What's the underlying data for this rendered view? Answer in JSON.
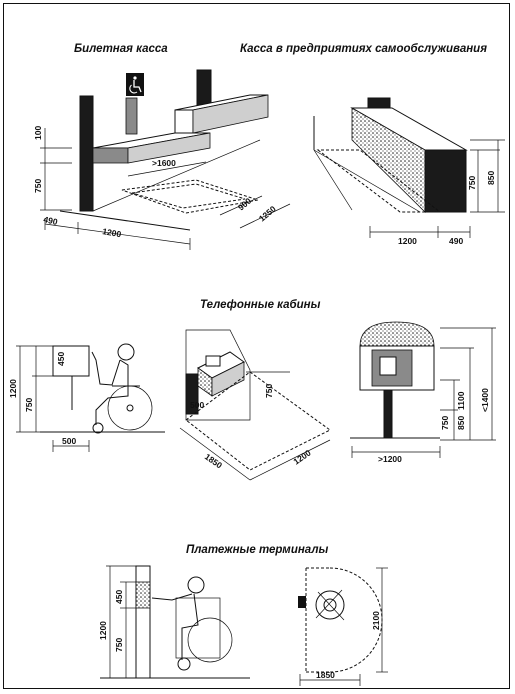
{
  "sections": {
    "ticket_office": {
      "title": "Билетная касса",
      "dims": {
        "d100": "100",
        "d750": "750",
        "d1600": ">1600",
        "d900": "900",
        "d1250": "1250",
        "d490": "490",
        "d1200": "1200"
      }
    },
    "self_service": {
      "title": "Касса в предприятиях самообслуживания",
      "dims": {
        "d750": "750",
        "d850": "850",
        "d1200": "1200",
        "d490": "490"
      }
    },
    "phone_booths": {
      "title": "Телефонные кабины",
      "dims": {
        "a1200": "1200",
        "a450": "450",
        "a750": "750",
        "a500": "500",
        "b500": "500",
        "b750": "750",
        "b1850": "1850",
        "b1200": "1200",
        "c1100": "1100",
        "c1400": "<1400",
        "c850": "850",
        "c750": "750",
        "c1200": ">1200"
      }
    },
    "payment_terminals": {
      "title": "Платежные терминалы",
      "dims": {
        "a450": "450",
        "a1200": "1200",
        "a750": "750",
        "b2100": "2100",
        "b1850": "1850"
      }
    }
  },
  "icons": {
    "wheelchair_sign": "wheelchair-accessibility-icon"
  }
}
